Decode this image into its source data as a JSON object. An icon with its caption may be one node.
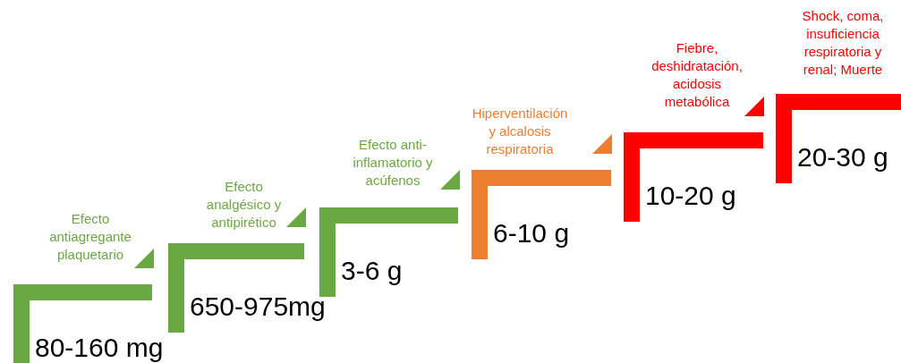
{
  "diagram": {
    "nodes": [
      {
        "text": [
          "80-160 mg"
        ]
      },
      {
        "text": [
          "650-975mg"
        ]
      },
      {
        "text": [
          "3-6 g"
        ]
      },
      {
        "text": [
          "6-10 g"
        ]
      },
      {
        "text": [
          "10-20 g"
        ]
      },
      {
        "text": [
          "20-30 g"
        ]
      }
    ],
    "labels": [
      "Efecto antiagregante plaquetario",
      "Efecto analgésico y antipirético",
      "Efecto anti-inflamatorio y acúfenos",
      "Hiperventilación y alcalosis respiratoria",
      "Fiebre, deshidratación, acidosis metabólica",
      "Shock, coma, insuficiencia respiratoria y renal; Muerte"
    ]
  }
}
